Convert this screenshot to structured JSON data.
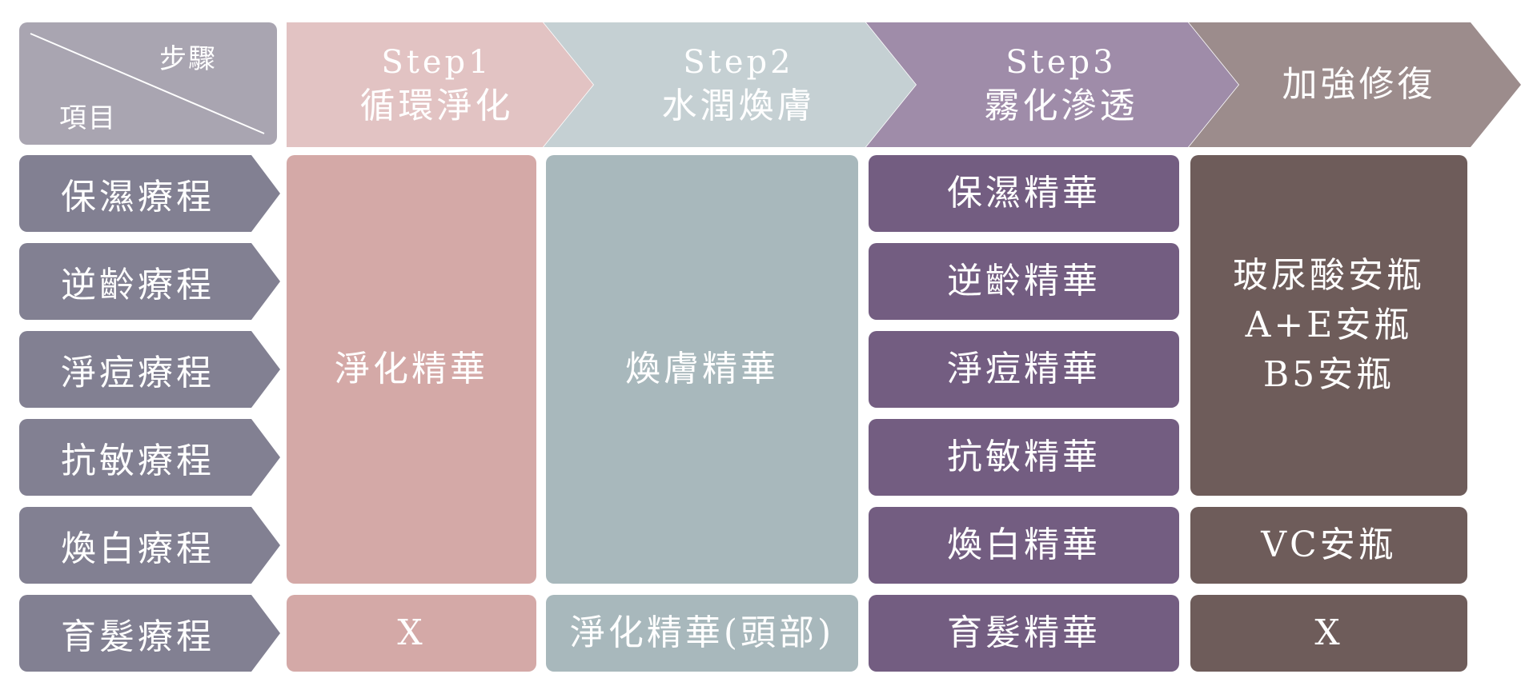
{
  "corner": {
    "top_label": "步驟",
    "bottom_label": "項目"
  },
  "steps": [
    {
      "step": "Step1",
      "title": "循環淨化",
      "color": "#e2c3c3"
    },
    {
      "step": "Step2",
      "title": "水潤煥膚",
      "color": "#c5d0d3"
    },
    {
      "step": "Step3",
      "title": "霧化滲透",
      "color": "#9f8ca9"
    },
    {
      "step": "",
      "title": "加強修復",
      "color": "#9c8c8c"
    }
  ],
  "rows": [
    "保濕療程",
    "逆齡療程",
    "淨痘療程",
    "抗敏療程",
    "煥白療程",
    "育髮療程"
  ],
  "step1_cells": {
    "main": "淨化精華",
    "hair": "X",
    "color": "#d4a9a7"
  },
  "step2_cells": {
    "main": "煥膚精華",
    "hair": "淨化精華(頭部)",
    "color": "#a8b8bc"
  },
  "step3_cells": {
    "color": "#735d81",
    "items": [
      "保濕精華",
      "逆齡精華",
      "淨痘精華",
      "抗敏精華",
      "煥白精華",
      "育髮精華"
    ]
  },
  "step4_cells": {
    "color": "#6e5c5a",
    "main_lines": [
      "玻尿酸安瓶",
      "A+E安瓶",
      "B5安瓶"
    ],
    "whitening": "VC安瓶",
    "hair": "X"
  },
  "row_label_color": "#828092"
}
